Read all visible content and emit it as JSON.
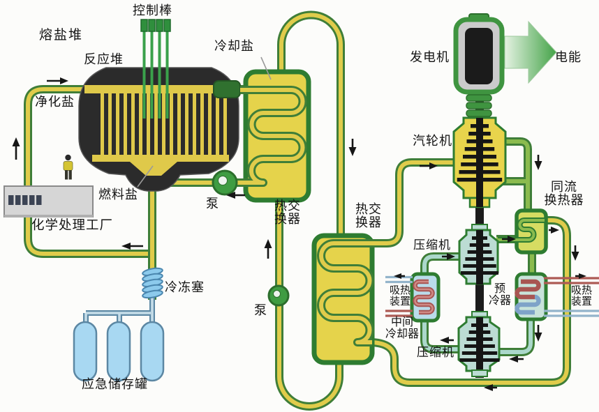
{
  "labels": {
    "molten_salt_reactor": "熔盐堆",
    "control_rods": "控制棒",
    "reactor": "反应堆",
    "coolant_salt": "冷却盐",
    "purified_salt": "净化盐",
    "fuel_salt": "燃料盐",
    "chemical_plant": "化学处理工厂",
    "pump_left": "泵",
    "pump_middle": "泵",
    "hx1_line1": "热交",
    "hx1_line2": "换器",
    "hx2_line1": "热交",
    "hx2_line2": "换器",
    "freeze_plug": "冷冻塞",
    "emergency_storage_tanks": "应急储存罐",
    "generator": "发电机",
    "electric_power": "电能",
    "steam_turbine": "汽轮机",
    "recuperator_line1": "同流",
    "recuperator_line2": "换热器",
    "compressor_upper": "压缩机",
    "compressor_lower": "压缩机",
    "heat_sink_left_line1": "吸热",
    "heat_sink_left_line2": "装置",
    "heat_sink_right_line1": "吸热",
    "heat_sink_right_line2": "装置",
    "intercooler_line1": "中间",
    "intercooler_line2": "冷却器",
    "precooler_line1": "预",
    "precooler_line2": "冷器"
  },
  "colors": {
    "pipe_outline_green": "#3f7e38",
    "salt_pipe_yellow": "#e0cc4b",
    "exhaust_pipe_green": "#8bbb4e",
    "cool_gas_teal": "#abd8cb",
    "hot_water_red": "#ad5a54",
    "cold_water_blue": "#93b4cb",
    "reactor_vessel_dark": "#2b2b2b",
    "tank_blue": "#a8d8f2",
    "energy_arrow_green": "#44a348",
    "heat_exchanger_fill": "#e5d34b"
  }
}
